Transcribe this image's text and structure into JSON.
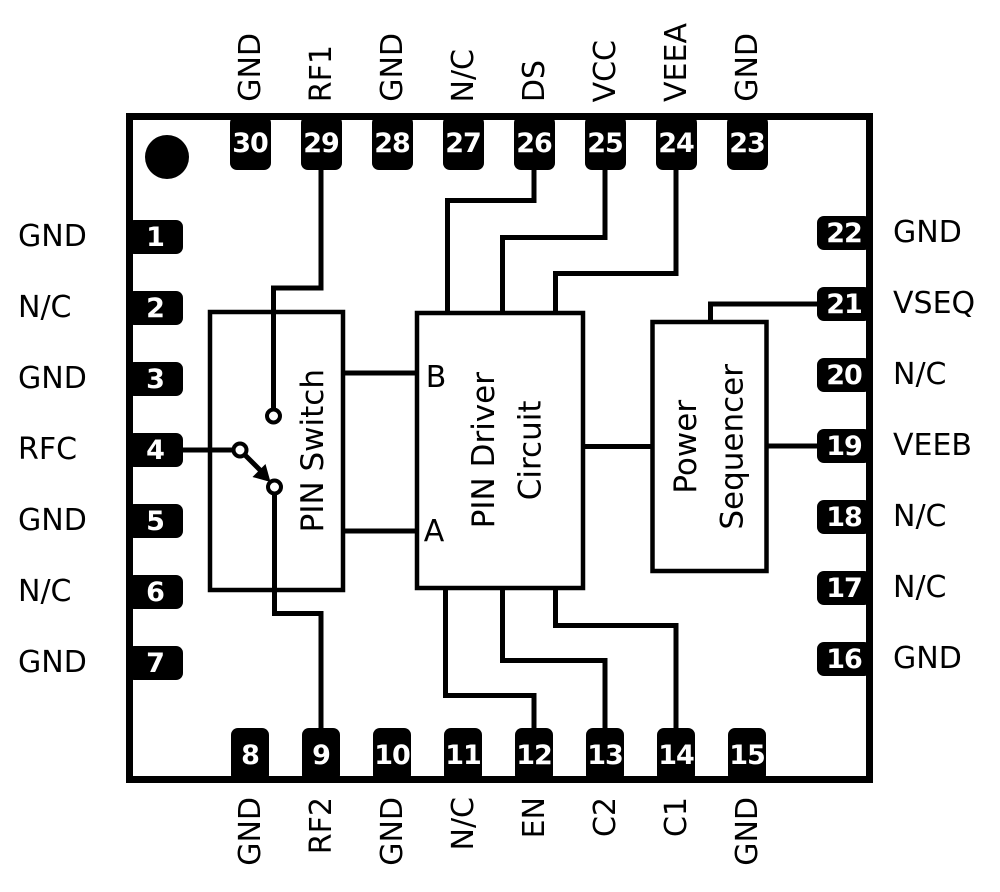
{
  "diagram": {
    "type": "ic-pinout-functional-block-diagram",
    "colors": {
      "ink": "#000000",
      "background": "#ffffff",
      "pad_fill": "#000000",
      "pad_text": "#ffffff"
    },
    "package": {
      "pin1_indicator": "filled-dot-top-left"
    },
    "blocks": {
      "pin_switch": {
        "label": "PIN Switch"
      },
      "pin_driver": {
        "label": "PIN Driver\nCircuit",
        "port_b": "B",
        "port_a": "A"
      },
      "power_sequencer": {
        "label": "Power\nSequencer"
      }
    },
    "pins": {
      "top": [
        {
          "number": "30",
          "name": "GND"
        },
        {
          "number": "29",
          "name": "RF1"
        },
        {
          "number": "28",
          "name": "GND"
        },
        {
          "number": "27",
          "name": "N/C"
        },
        {
          "number": "26",
          "name": "DS"
        },
        {
          "number": "25",
          "name": "VCC"
        },
        {
          "number": "24",
          "name": "VEEA"
        },
        {
          "number": "23",
          "name": "GND"
        }
      ],
      "left": [
        {
          "number": "1",
          "name": "GND"
        },
        {
          "number": "2",
          "name": "N/C"
        },
        {
          "number": "3",
          "name": "GND"
        },
        {
          "number": "4",
          "name": "RFC"
        },
        {
          "number": "5",
          "name": "GND"
        },
        {
          "number": "6",
          "name": "N/C"
        },
        {
          "number": "7",
          "name": "GND"
        }
      ],
      "right": [
        {
          "number": "22",
          "name": "GND"
        },
        {
          "number": "21",
          "name": "VSEQ"
        },
        {
          "number": "20",
          "name": "N/C"
        },
        {
          "number": "19",
          "name": "VEEB"
        },
        {
          "number": "18",
          "name": "N/C"
        },
        {
          "number": "17",
          "name": "N/C"
        },
        {
          "number": "16",
          "name": "GND"
        }
      ],
      "bottom": [
        {
          "number": "8",
          "name": "GND"
        },
        {
          "number": "9",
          "name": "RF2"
        },
        {
          "number": "10",
          "name": "GND"
        },
        {
          "number": "11",
          "name": "N/C"
        },
        {
          "number": "12",
          "name": "EN"
        },
        {
          "number": "13",
          "name": "C2"
        },
        {
          "number": "14",
          "name": "C1"
        },
        {
          "number": "15",
          "name": "GND"
        }
      ]
    }
  }
}
